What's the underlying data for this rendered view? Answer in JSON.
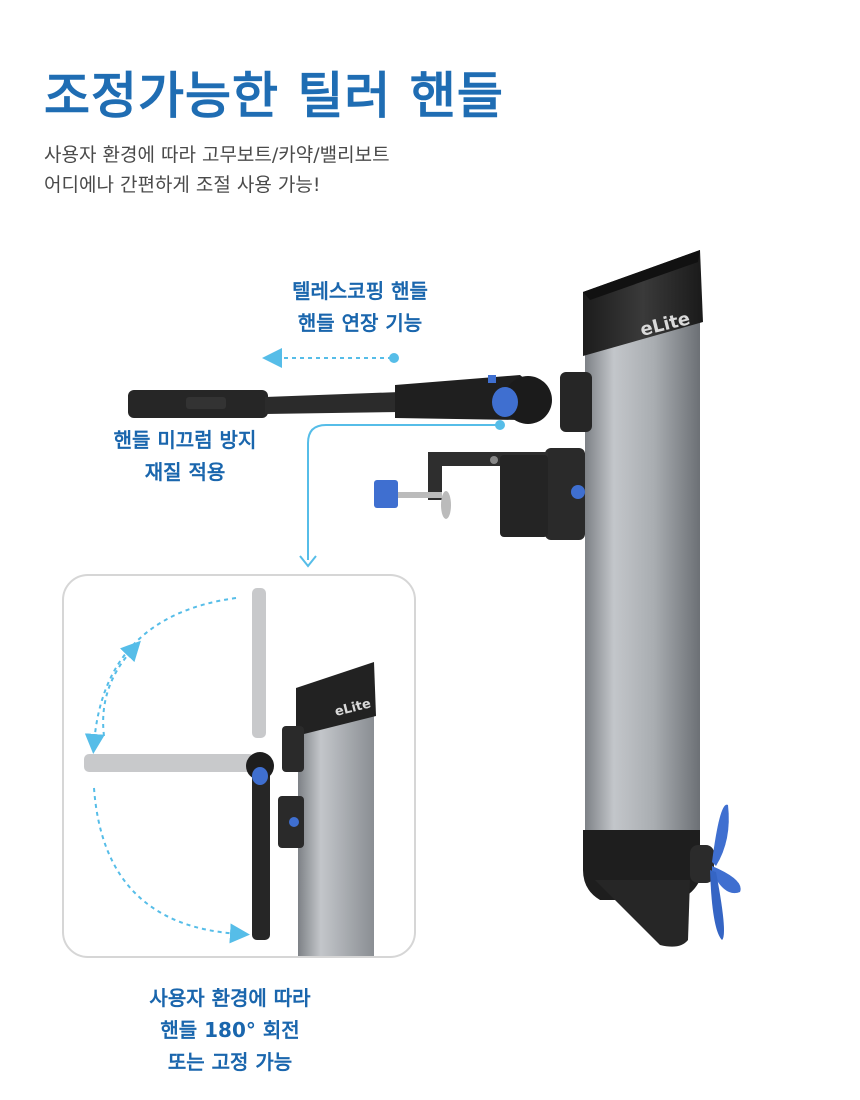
{
  "header": {
    "title": "조정가능한 틸러 핸들",
    "subtitle_lines": [
      "사용자 환경에 따라 고무보트/카약/밸리보트",
      "어디에나 간편하게 조절 사용 가능!"
    ]
  },
  "callouts": {
    "telescopic": [
      "텔레스코핑 핸들",
      "핸들 연장 기능"
    ],
    "anti_slip": [
      "핸들 미끄럼 방지",
      "재질 적용"
    ],
    "rotation": [
      "사용자 환경에 따라",
      "핸들 180° 회전",
      "또는 고정 가능"
    ]
  },
  "brand": {
    "logo_text": "eLite"
  },
  "colors": {
    "title": "#1f6db3",
    "callout": "#1a66ad",
    "accent_blue": "#3f6fd0",
    "arrow": "#56bde8",
    "body_dark": "#262626",
    "tube_silver": "#a9adb1"
  }
}
